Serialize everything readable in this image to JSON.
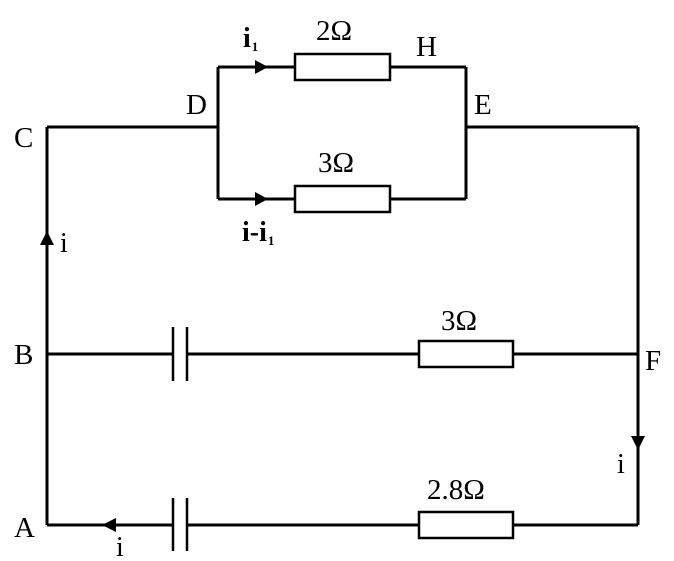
{
  "nodes": {
    "A": "A",
    "B": "B",
    "C": "C",
    "D": "D",
    "E": "E",
    "F": "F",
    "H": "H"
  },
  "resistors": {
    "top": "2Ω",
    "middle_upper": "3Ω",
    "middle_branch": "3Ω",
    "bottom_branch": "2.8Ω"
  },
  "currents": {
    "i1": "i",
    "i1_sub": "1",
    "i_minus_i1_main": "i-i",
    "i_minus_i1_sub": "1",
    "left": "i",
    "right": "i",
    "bottom": "i"
  }
}
